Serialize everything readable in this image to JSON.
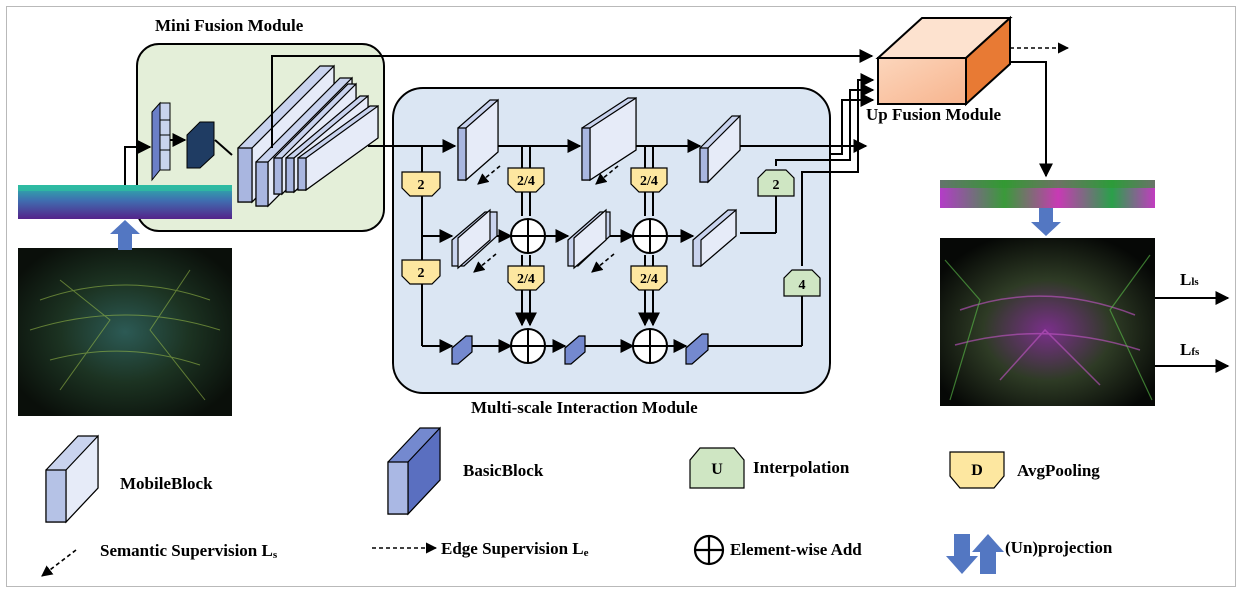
{
  "modules": {
    "mini_fusion": "Mini Fusion Module",
    "multi_scale": "Multi-scale Interaction Module",
    "up_fusion": "Up Fusion Module"
  },
  "operators": {
    "pool_2": "2",
    "pool_2_4": "2/4",
    "interp_2": "2",
    "interp_4": "4"
  },
  "losses": {
    "l_ls_main": "L",
    "l_ls_sub": "ls",
    "l_fs_main": "L",
    "l_fs_sub": "fs"
  },
  "legend": {
    "mobile_block": "MobileBlock",
    "basic_block": "BasicBlock",
    "interpolation_symbol": "U",
    "interpolation": "Interpolation",
    "avgpool_symbol": "D",
    "avgpooling": "AvgPooling",
    "semantic_supervision": "Semantic Supervision L",
    "semantic_sub": "s",
    "edge_supervision": "Edge Supervision L",
    "edge_sub": "e",
    "element_wise_add": "Element-wise Add",
    "unprojection": "(Un)projection"
  },
  "colors": {
    "mini_fusion_bg": "#e4efd9",
    "multi_scale_bg": "#dbe6f3",
    "mobile_block": "#c9d3ee",
    "basic_block": "#7489cf",
    "interp_fill": "#cfe6c3",
    "pool_fill": "#fde7a0",
    "up_fusion": "#f4a06a",
    "projection_arrow": "#5377c2"
  }
}
